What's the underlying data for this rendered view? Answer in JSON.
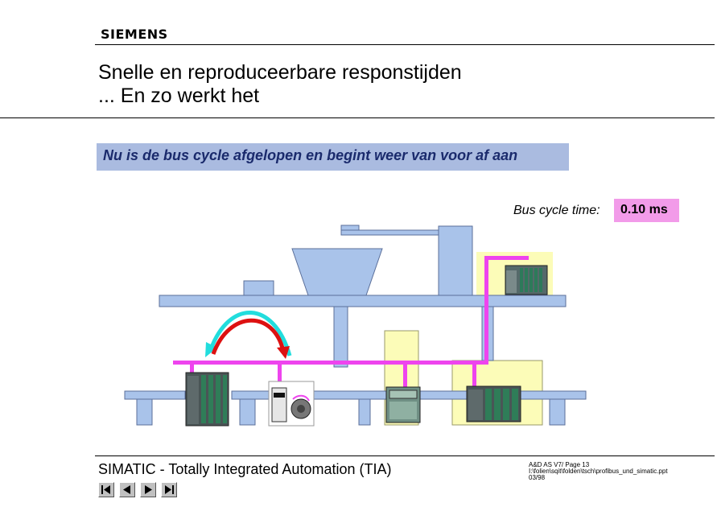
{
  "header": {
    "logo": "SIEMENS",
    "title": "Snelle en reproduceerbare responstijden",
    "subtitle": "... En zo werkt het"
  },
  "banner": {
    "text": "Nu is de bus cycle afgelopen en begint weer van voor af aan"
  },
  "bus_cycle": {
    "label": "Bus cycle time:",
    "value": "0.10 ms"
  },
  "footer": {
    "text": "SIMATIC - Totally Integrated Automation (TIA)",
    "meta_line1": "A&D AS V7/  Page  13",
    "meta_line2": "I:\\folien\\sqit\\folden\\tsch\\profibus_und_simatic.ppt",
    "meta_line3": "03/98"
  },
  "colors": {
    "structure": "#a9c3ea",
    "bus": "#ee44ee",
    "arrow_cyan": "#22dddd",
    "arrow_red": "#dd1111",
    "highlight_yellow": "#fcfcb8",
    "banner": "#aabbe0",
    "value_bg": "#f29be9"
  },
  "nav_icons": [
    "first-slide-icon",
    "previous-slide-icon",
    "next-slide-icon",
    "last-slide-icon"
  ]
}
